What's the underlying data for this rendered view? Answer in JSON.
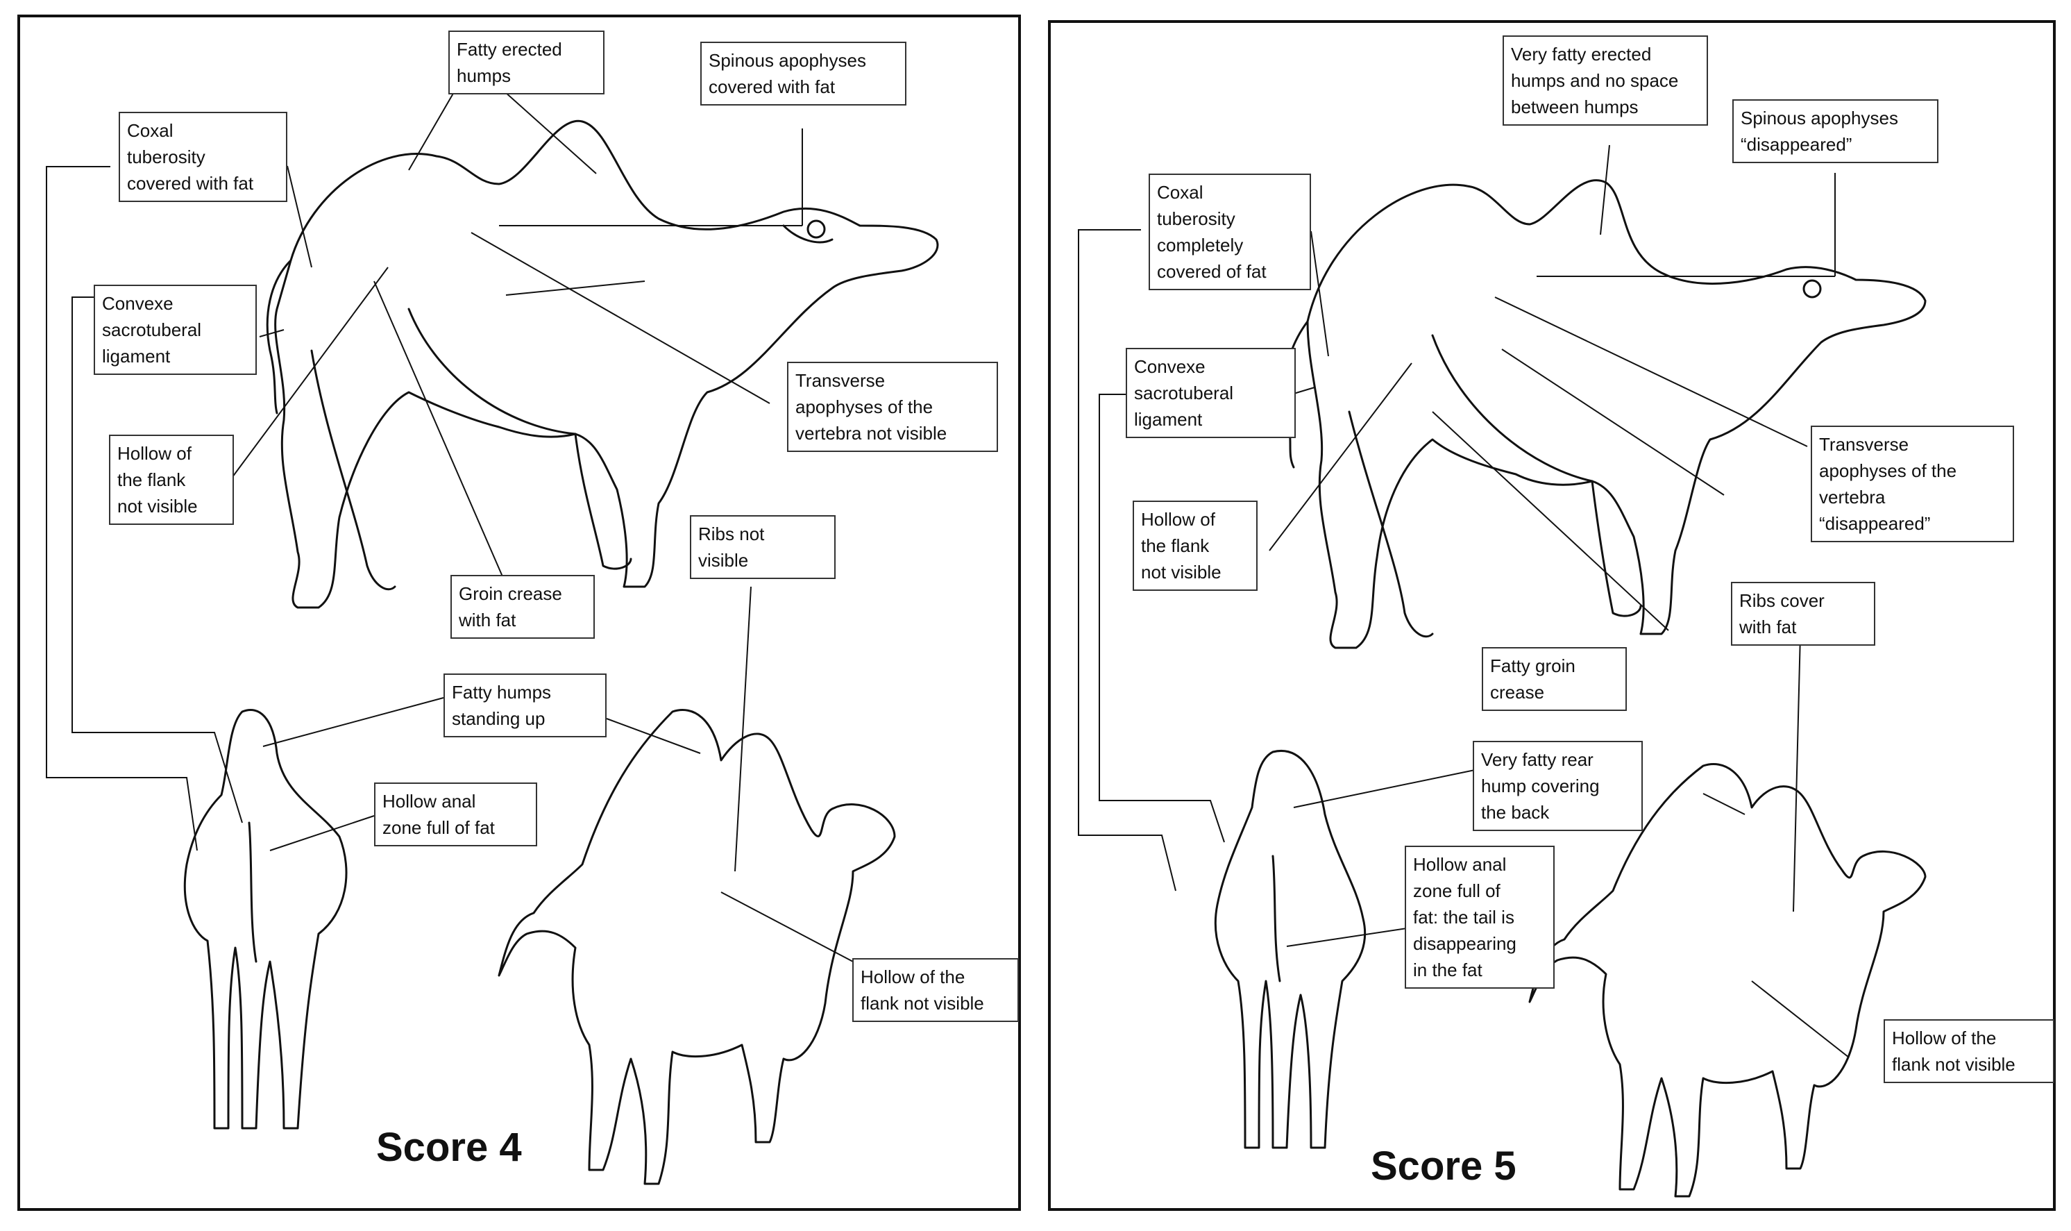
{
  "panels": [
    {
      "title": "Score 4",
      "labels": [
        "Fatty erected\nhumps",
        "Spinous apophyses\ncovered with fat",
        "Coxal\ntuberosity\ncovered with fat",
        "Convexe\nsacrotuberal\nligament",
        "Transverse\napophyses of the\nvertebra not visible",
        "Hollow of\nthe flank\nnot visible",
        "Ribs not\nvisible",
        "Groin crease\nwith fat",
        "Fatty humps\nstanding up",
        "Hollow anal\nzone full of fat",
        "Hollow of the\nflank not visible"
      ]
    },
    {
      "title": "Score 5",
      "labels": [
        "Very fatty erected\nhumps and no space\nbetween humps",
        "Spinous apophyses\n“disappeared”",
        "Coxal\ntuberosity\ncompletely\ncovered of fat",
        "Convexe\nsacrotuberal\nligament",
        "Transverse\napophyses of the\nvertebra\n“disappeared”",
        "Hollow of\nthe flank\nnot visible",
        "Ribs cover\nwith fat",
        "Fatty groin\ncrease",
        "Very fatty rear\nhump covering\nthe back",
        "Hollow anal\nzone full of\nfat: the tail is\ndisappearing\nin the fat",
        "Hollow of the\nflank not visible"
      ]
    }
  ]
}
